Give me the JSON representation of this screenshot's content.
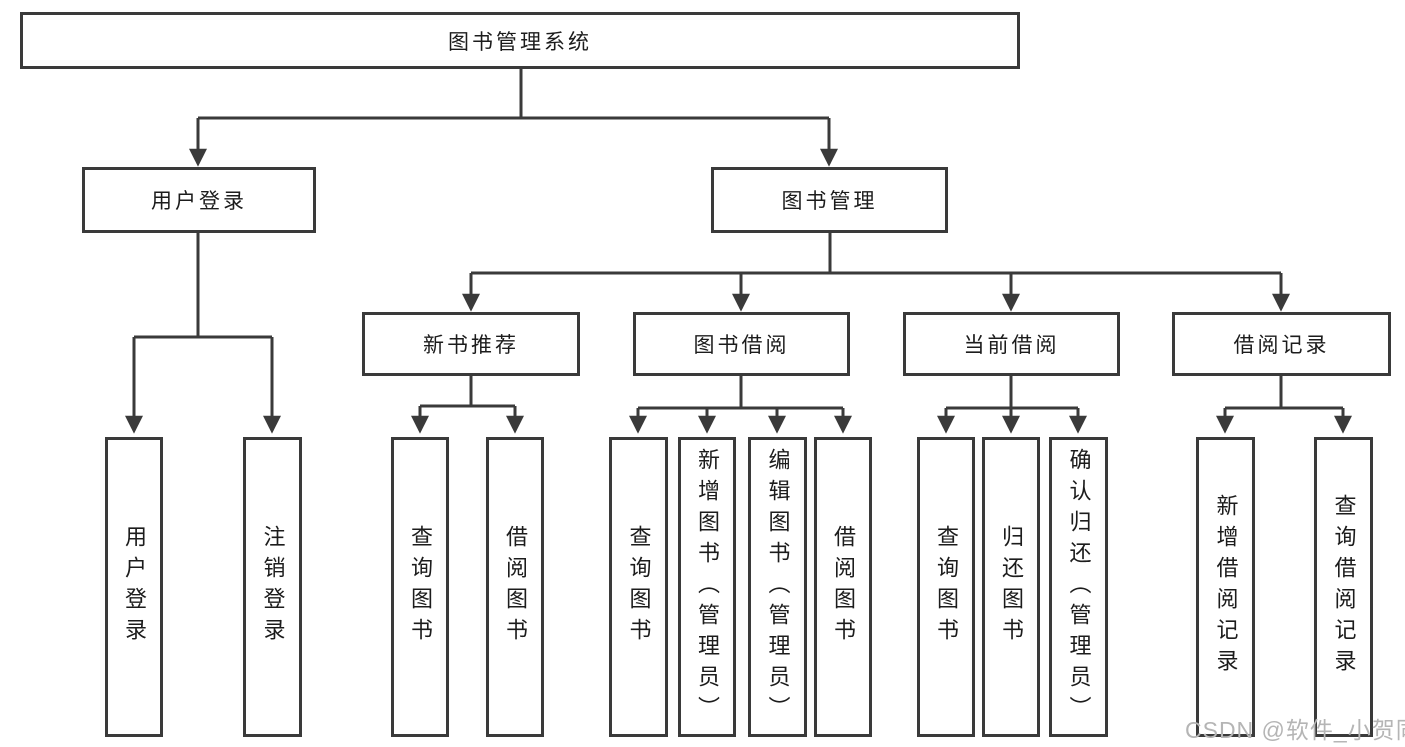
{
  "tree": {
    "label": "图书管理系统",
    "children": [
      {
        "label": "用户登录",
        "children": [
          {
            "label": "用户登录"
          },
          {
            "label": "注销登录"
          }
        ]
      },
      {
        "label": "图书管理",
        "children": [
          {
            "label": "新书推荐",
            "children": [
              {
                "label": "查询图书"
              },
              {
                "label": "借阅图书"
              }
            ]
          },
          {
            "label": "图书借阅",
            "children": [
              {
                "label": "查询图书"
              },
              {
                "label": "新增图书（管理员）"
              },
              {
                "label": "编辑图书（管理员）"
              },
              {
                "label": "借阅图书"
              }
            ]
          },
          {
            "label": "当前借阅",
            "children": [
              {
                "label": "查询图书"
              },
              {
                "label": "归还图书"
              },
              {
                "label": "确认归还（管理员）"
              }
            ]
          },
          {
            "label": "借阅记录",
            "children": [
              {
                "label": "新增借阅记录"
              },
              {
                "label": "查询借阅记录"
              }
            ]
          }
        ]
      }
    ]
  },
  "watermark": {
    "text": "CSDN @软件_小贺同学"
  },
  "colors": {
    "line": "#3a3a3a",
    "text": "#1c1c1c",
    "watermark": "#b5b5b5",
    "background": "#ffffff"
  }
}
